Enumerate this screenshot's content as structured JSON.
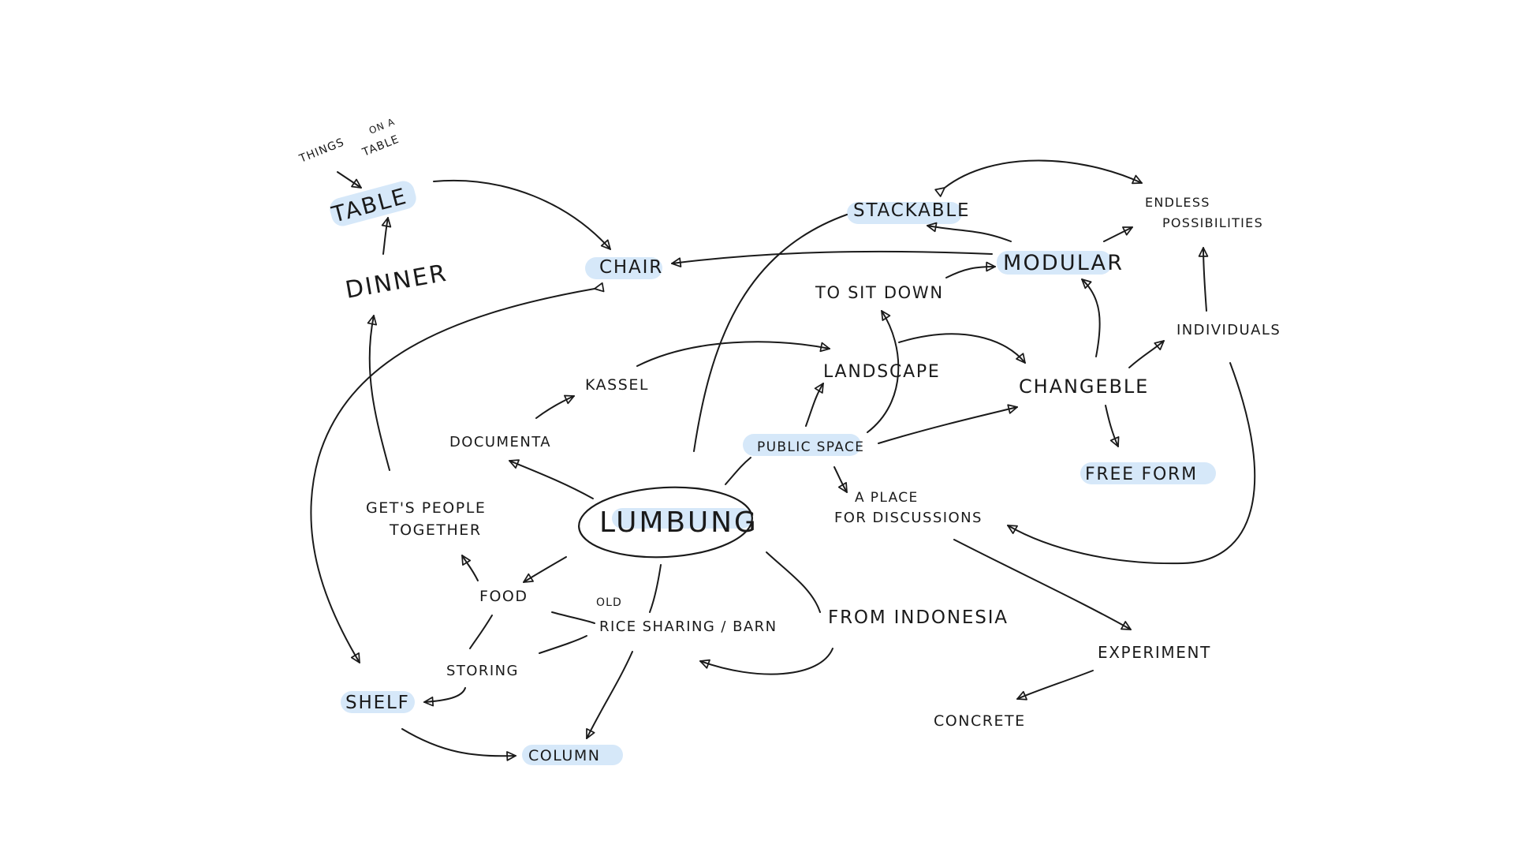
{
  "colors": {
    "ink": "#1a1a1a",
    "highlight": "#d6e8f9",
    "background": "#ffffff"
  },
  "nodes": {
    "lumbung": "LUMBUNG",
    "table": "TABLE",
    "things_on_a_table_line1": "THINGS",
    "things_on_a_table_line2": "ON A",
    "things_on_a_table_line3": "TABLE",
    "dinner": "DINNER",
    "chair": "CHAIR",
    "stackable": "STACKABLE",
    "endless_line1": "ENDLESS",
    "endless_line2": "POSSIBILITIES",
    "modular": "MODULAR",
    "to_sit_down": "TO SIT DOWN",
    "individuals": "INDIVIDUALS",
    "kassel": "KASSEL",
    "landscape": "LANDSCAPE",
    "changeble": "CHANGEBLE",
    "documenta": "DOCUMENTA",
    "public_space": "PUBLIC SPACE",
    "free_form": "FREE FORM",
    "gets_people_line1": "GET'S PEOPLE",
    "gets_people_line2": "TOGETHER",
    "place_line1": "A PLACE",
    "place_line2": "FOR DISCUSSIONS",
    "food": "FOOD",
    "old": "OLD",
    "rice_sharing": "RICE SHARING / BARN",
    "from_indonesia": "FROM INDONESIA",
    "storing": "STORING",
    "shelf": "SHELF",
    "experiment": "EXPERIMENT",
    "concrete": "CONCRETE",
    "column": "COLUMN"
  }
}
